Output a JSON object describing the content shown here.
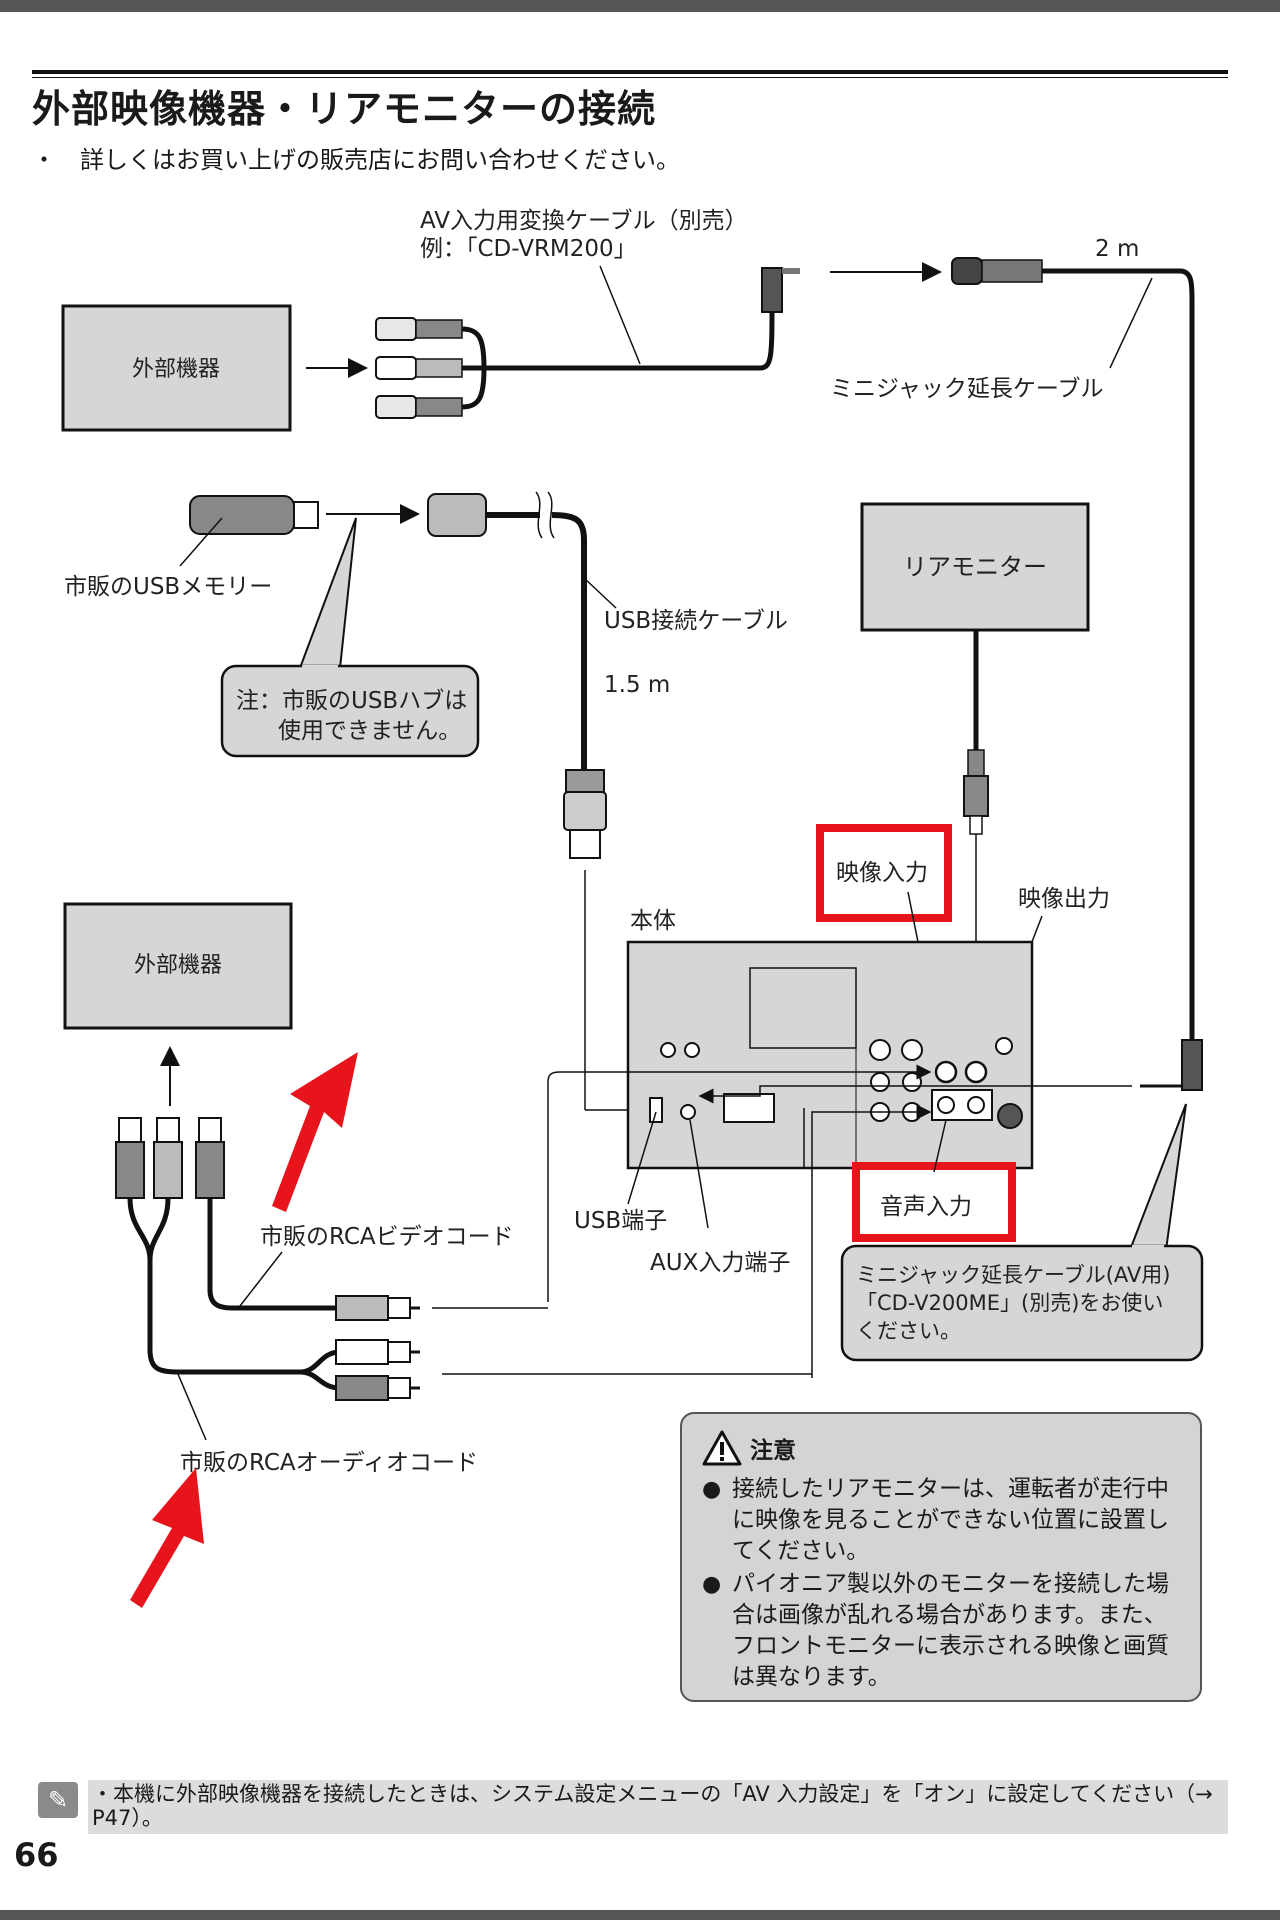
{
  "page": {
    "title": "外部映像機器・リアモニターの接続",
    "bullet": "・　詳しくはお買い上げの販売店にお問い合わせください。",
    "page_number": "66"
  },
  "diagram": {
    "cable_av_line1": "AV入力用変換ケーブル（別売）",
    "cable_av_line2": "例：「CD-VRM200」",
    "length_2m": "2 m",
    "external_device_1": "外部機器",
    "mini_jack_cable": "ミニジャック延長ケーブル",
    "usb_memory": "市販のUSBメモリー",
    "usb_cable": "USB接続ケーブル",
    "length_15m": "1.5 m",
    "usb_note_line1": "注：市販のUSBハブは",
    "usb_note_line2": "使用できません。",
    "rear_monitor": "リアモニター",
    "video_in": "映像入力",
    "video_out": "映像出力",
    "main_unit": "本体",
    "external_device_2": "外部機器",
    "rca_video_cord": "市販のRCAビデオコード",
    "usb_terminal": "USB端子",
    "aux_terminal": "AUX入力端子",
    "audio_in": "音声入力",
    "mini_jack_av_line1": "ミニジャック延長ケーブル(AV用)",
    "mini_jack_av_line2": "「CD-V200ME」(別売)をお使い",
    "mini_jack_av_line3": "ください。",
    "rca_audio_cord": "市販のRCAオーディオコード"
  },
  "caution": {
    "title": "注意",
    "items": [
      "接続したリアモニターは、運転者が走行中に映像を見ることができない位置に設置してください。",
      "パイオニア製以外のモニターを接続した場合は画像が乱れる場合があります。また、フロントモニターに表示される映像と画質は異なります。"
    ]
  },
  "note": {
    "text": "・本機に外部映像機器を接続したときは、システム設定メニューの「AV 入力設定」を「オン」に設定してください（→ P47）。"
  },
  "colors": {
    "highlight_red": "#e8141c",
    "box_gray": "#d6d6d6",
    "line": "#111111"
  }
}
